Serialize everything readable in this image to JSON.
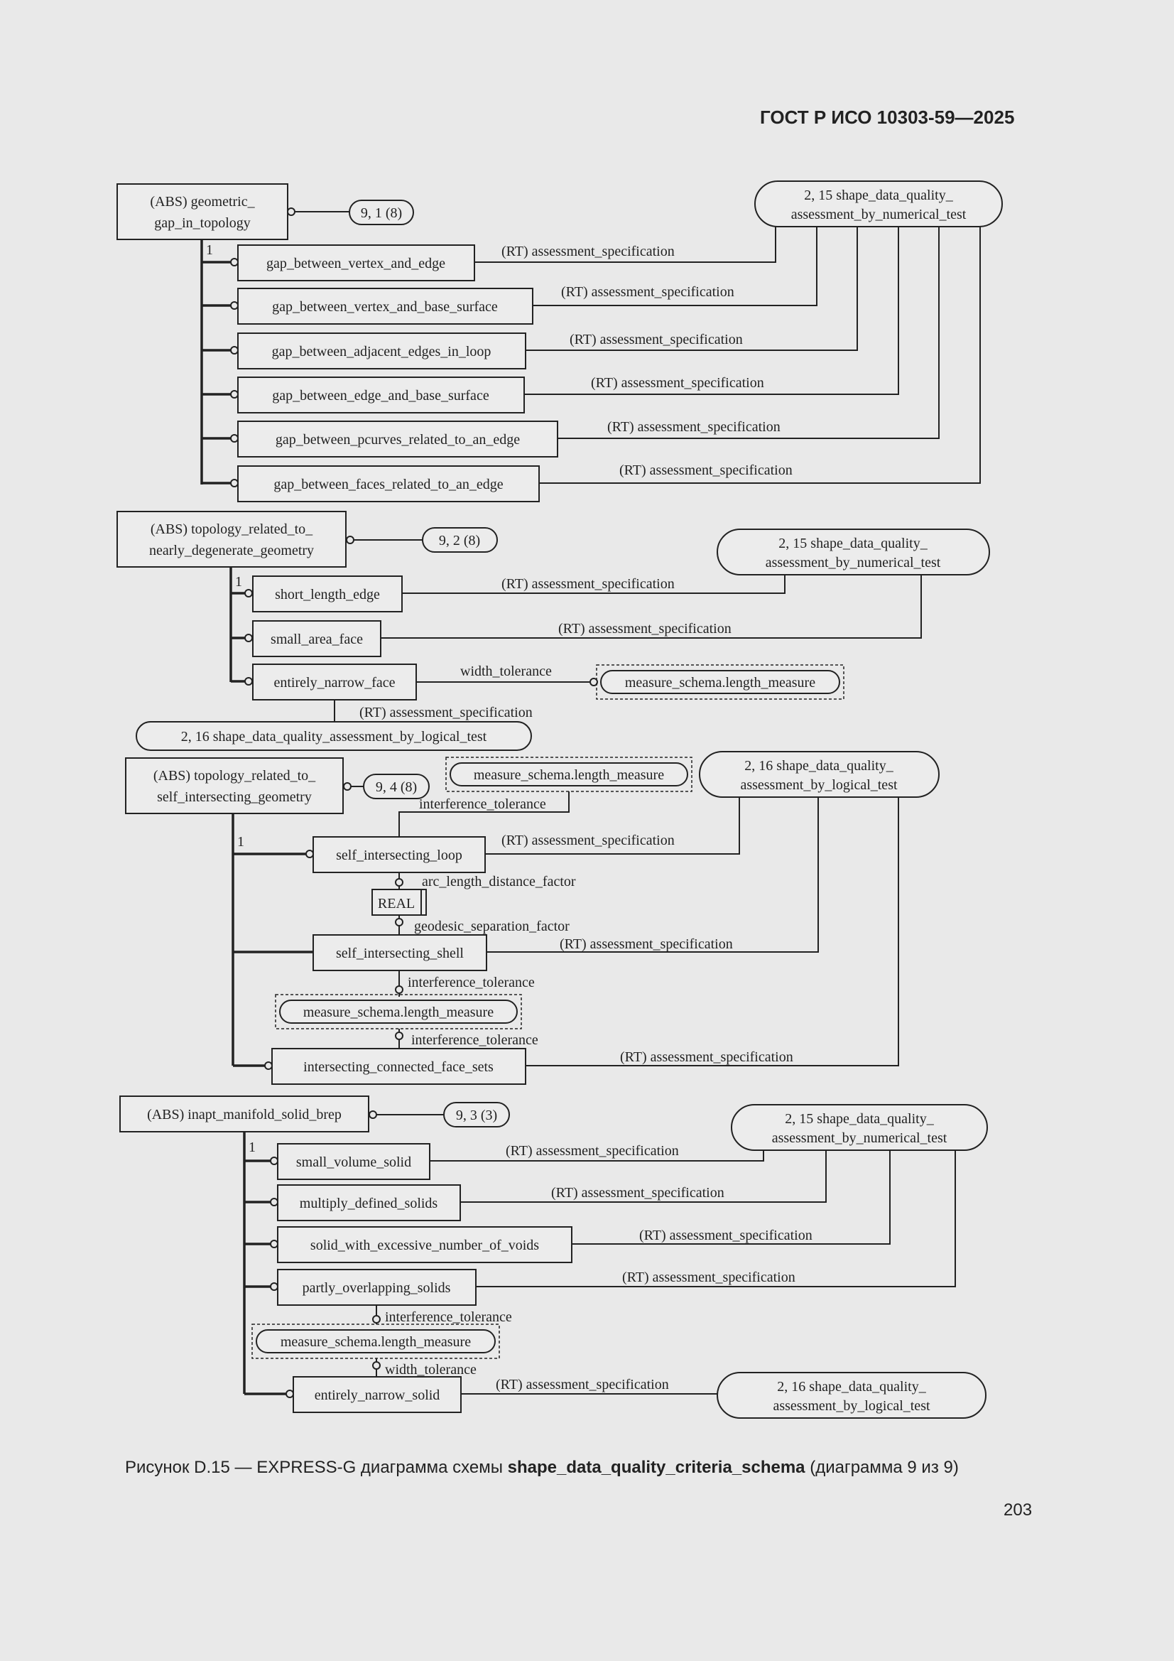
{
  "header": {
    "doc_title": "ГОСТ Р ИСО 10303-59—2025"
  },
  "caption": {
    "prefix": "Рисунок D.15 — EXPRESS-G диаграмма схемы ",
    "schema": "shape_data_quality_criteria_schema",
    "suffix": " (диаграмма 9 из 9)"
  },
  "page_number": "203",
  "diagram": {
    "rt": "(RT) assessment_specification",
    "one": "1",
    "g1": {
      "parent": [
        "(ABS) geometric_",
        "gap_in_topology"
      ],
      "ref": "9, 1 (8)",
      "target": [
        "2, 15 shape_data_quality_",
        "assessment_by_numerical_test"
      ],
      "children": [
        "gap_between_vertex_and_edge",
        "gap_between_vertex_and_base_surface",
        "gap_between_adjacent_edges_in_loop",
        "gap_between_edge_and_base_surface",
        "gap_between_pcurves_related_to_an_edge",
        "gap_between_faces_related_to_an_edge"
      ]
    },
    "g2": {
      "parent": [
        "(ABS) topology_related_to_",
        "nearly_degenerate_geometry"
      ],
      "ref": "9, 2 (8)",
      "target": [
        "2, 15 shape_data_quality_",
        "assessment_by_numerical_test"
      ],
      "children": [
        "short_length_edge",
        "small_area_face",
        "entirely_narrow_face"
      ],
      "attr_width": "width_tolerance",
      "measure": "measure_schema.length_measure",
      "logical_target": "2, 16 shape_data_quality_assessment_by_logical_test"
    },
    "g3": {
      "parent": [
        "(ABS) topology_related_to_",
        "self_intersecting_geometry"
      ],
      "ref": "9, 4 (8)",
      "target": [
        "2, 16 shape_data_quality_",
        "assessment_by_logical_test"
      ],
      "measure_top": "measure_schema.length_measure",
      "attr_interference_top": "interference_tolerance",
      "children": [
        "self_intersecting_loop",
        "self_intersecting_shell",
        "intersecting_connected_face_sets"
      ],
      "attr_arc": "arc_length_distance_factor",
      "real": "REAL",
      "attr_geodesic": "geodesic_separation_factor",
      "attr_interference_mid": "interference_tolerance",
      "measure_mid": "measure_schema.length_measure",
      "attr_interference_bot": "interference_tolerance"
    },
    "g4": {
      "parent": "(ABS) inapt_manifold_solid_brep",
      "ref": "9, 3 (3)",
      "target": [
        "2, 15 shape_data_quality_",
        "assessment_by_numerical_test"
      ],
      "children": [
        "small_volume_solid",
        "multiply_defined_solids",
        "solid_with_excessive_number_of_voids",
        "partly_overlapping_solids",
        "entirely_narrow_solid"
      ],
      "attr_interference": "interference_tolerance",
      "measure": "measure_schema.length_measure",
      "attr_width": "width_tolerance",
      "logical_target": [
        "2, 16 shape_data_quality_",
        "assessment_by_logical_test"
      ]
    }
  }
}
